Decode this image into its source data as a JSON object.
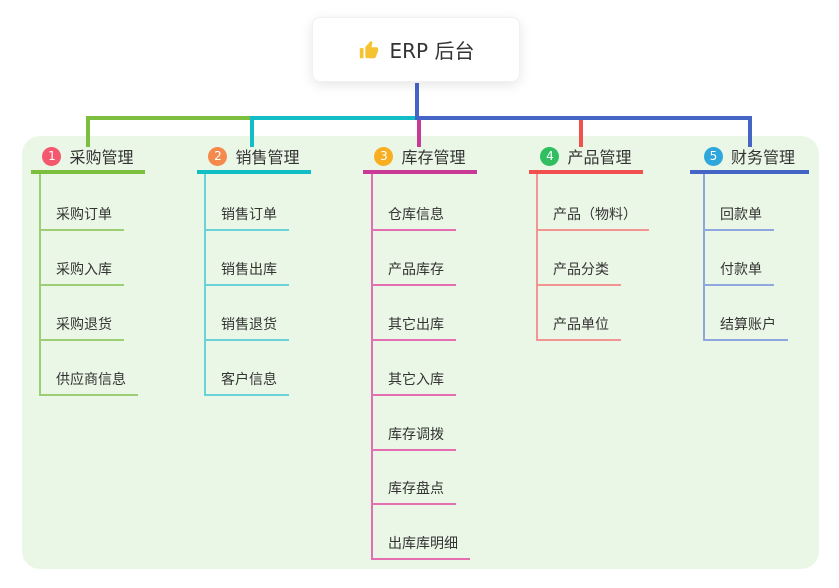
{
  "root": {
    "title": "ERP 后台",
    "icon": "thumbs-up",
    "icon_color": "#F5C332"
  },
  "canvas": {
    "panel_background": "#EBF7E6",
    "root_stem_color": "#4565C6"
  },
  "branches": [
    {
      "number": "1",
      "title": "采购管理",
      "badge_color": "#F3586E",
      "line_color": "#7CBF3F",
      "child_line_color": "#9CCE73",
      "children": [
        "采购订单",
        "采购入库",
        "采购退货",
        "供应商信息"
      ]
    },
    {
      "number": "2",
      "title": "销售管理",
      "badge_color": "#F68A4D",
      "line_color": "#12BEC6",
      "child_line_color": "#69D3D8",
      "children": [
        "销售订单",
        "销售出库",
        "销售退货",
        "客户信息"
      ]
    },
    {
      "number": "3",
      "title": "库存管理",
      "badge_color": "#F7AF21",
      "line_color": "#C93A96",
      "child_line_color": "#E46FB0",
      "children": [
        "仓库信息",
        "产品库存",
        "其它出库",
        "其它入库",
        "库存调拨",
        "库存盘点",
        "出库库明细"
      ]
    },
    {
      "number": "4",
      "title": "产品管理",
      "badge_color": "#2FBE60",
      "line_color": "#F0514E",
      "child_line_color": "#F29491",
      "children": [
        "产品（物料）",
        "产品分类",
        "产品单位"
      ]
    },
    {
      "number": "5",
      "title": "财务管理",
      "badge_color": "#2EA7DB",
      "line_color": "#4565C6",
      "child_line_color": "#8FA6DE",
      "children": [
        "回款单",
        "付款单",
        "结算账户"
      ]
    }
  ]
}
